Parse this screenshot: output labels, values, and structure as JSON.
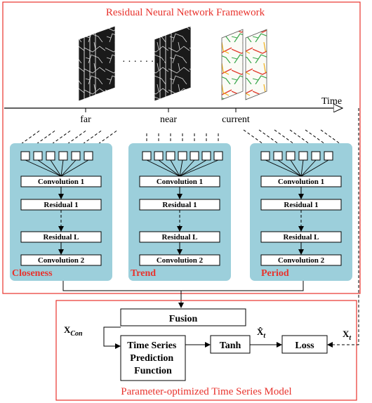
{
  "framework": {
    "title": "Residual Neural Network Framework",
    "time_label": "Time",
    "time_marks": [
      "far",
      "near",
      "current"
    ],
    "ellipsis": "· · · · · · · ·"
  },
  "branches": [
    {
      "name": "Closeness",
      "layers": [
        "Convolution 1",
        "Residual 1",
        "Residual L",
        "Convolution 2"
      ]
    },
    {
      "name": "Trend",
      "layers": [
        "Convolution 1",
        "Residual 1",
        "Residual L",
        "Convolution 2"
      ]
    },
    {
      "name": "Period",
      "layers": [
        "Convolution 1",
        "Residual 1",
        "Residual L",
        "Convolution 2"
      ]
    }
  ],
  "model": {
    "title": "Parameter-optimized Time Series Model",
    "fusion": "Fusion",
    "tsp_lines": [
      "Time Series",
      "Prediction",
      "Function"
    ],
    "tanh": "Tanh",
    "loss": "Loss",
    "x_con": "X",
    "x_con_sub": "Con",
    "x_hat": "X̂",
    "x_t": "X",
    "t_sub": "t"
  },
  "colors": {
    "frame_red": "#e8322c",
    "branch_fill": "#9ccfdb",
    "label_red": "#e8322c",
    "line": "#000000"
  }
}
